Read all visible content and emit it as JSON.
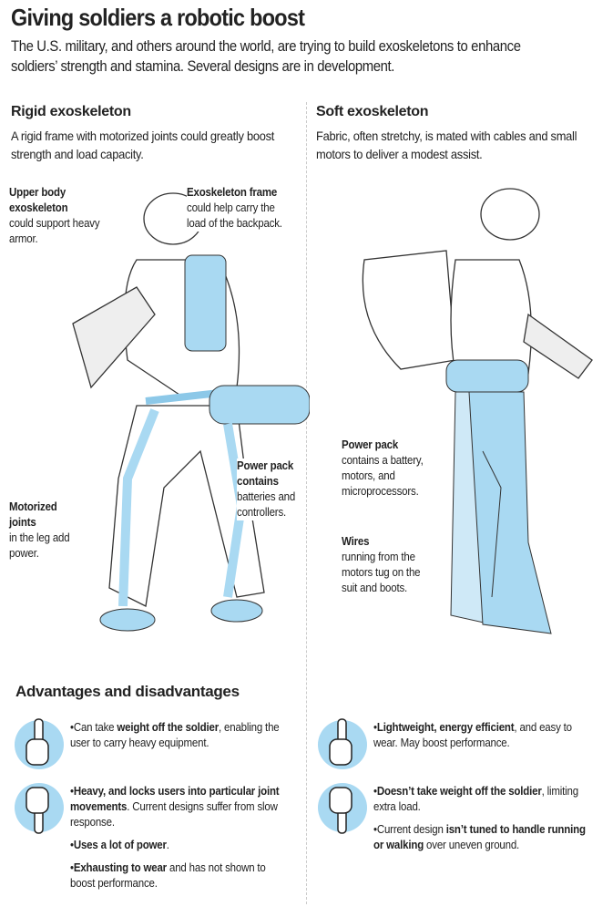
{
  "header": {
    "title": "Giving soldiers a robotic boost",
    "subtitle": "The U.S. military, and others around the world, are trying to build exoskeletons to enhance soldiers’ strength and stamina. Several designs are in development."
  },
  "rigid": {
    "heading": "Rigid exoskeleton",
    "description": "A rigid frame with motorized joints could greatly boost strength and load capacity.",
    "labels": {
      "upper_bold": "Upper body exoskeleton",
      "upper_text": "could support heavy armor.",
      "frame_bold": "Exoskeleton frame",
      "frame_text": "could help carry the load of the backpack.",
      "power_bold": "Power pack contains",
      "power_text": "batteries and controllers.",
      "joints_bold": "Motorized joints",
      "joints_text": "in the leg add power."
    }
  },
  "soft": {
    "heading": "Soft exoskeleton",
    "description": "Fabric, often stretchy, is mated with cables and small motors to deliver a modest assist.",
    "labels": {
      "power_bold": "Power pack",
      "power_text": "contains a battery, motors, and microprocessors.",
      "wires_bold": "Wires",
      "wires_text": "running from the motors tug on the suit and boots."
    }
  },
  "advantages": {
    "heading": "Advantages and disadvantages",
    "rigid_pro": [
      {
        "a": "•Can take ",
        "b": "weight off the soldier",
        "c": ", enabling the user to carry heavy equipment."
      }
    ],
    "rigid_con": [
      {
        "a": "•",
        "b": "Heavy, and locks users into particular joint movements",
        "c": ". Current designs suffer from slow response."
      },
      {
        "a": "•",
        "b": "Uses a lot of power",
        "c": "."
      },
      {
        "a": "•",
        "b": "Exhausting to wear",
        "c": " and has not shown to boost performance."
      }
    ],
    "soft_pro": [
      {
        "a": "•",
        "b": "Lightweight, energy efficient",
        "c": ", and easy to wear. May boost performance."
      }
    ],
    "soft_con": [
      {
        "a": "•",
        "b": "Doesn’t take weight off the soldier",
        "c": ", limiting extra load."
      },
      {
        "a": "•Current design ",
        "b": "isn’t tuned to handle running or walking",
        "c": " over uneven ground."
      }
    ]
  },
  "colors": {
    "accent": "#a9d9f2",
    "line": "#333333"
  }
}
